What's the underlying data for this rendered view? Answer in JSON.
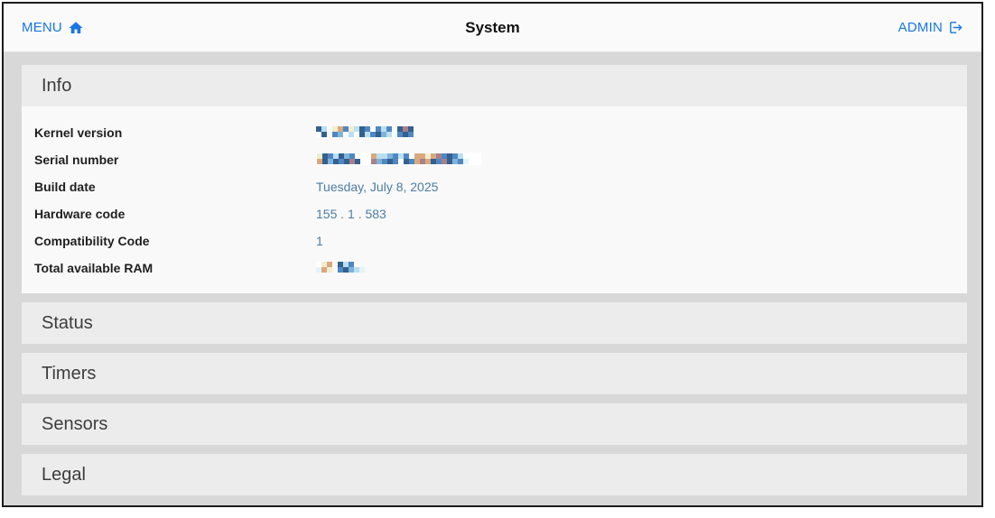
{
  "header": {
    "menu_label": "MENU",
    "title": "System",
    "admin_label": "ADMIN"
  },
  "colors": {
    "link_blue": "#1877e0",
    "value_blue": "#4d7da3",
    "page_background": "#d8d8d8",
    "section_header_background": "#ececec",
    "section_body_background": "#f9f9f9",
    "topbar_background": "#fafafa",
    "frame_border": "#1c1c1c"
  },
  "icons": {
    "menu_icon": "home-icon",
    "admin_icon": "logout-icon"
  },
  "sections": [
    {
      "id": "info",
      "label": "Info",
      "expanded": true
    },
    {
      "id": "status",
      "label": "Status",
      "expanded": false
    },
    {
      "id": "timers",
      "label": "Timers",
      "expanded": false
    },
    {
      "id": "sensors",
      "label": "Sensors",
      "expanded": false
    },
    {
      "id": "legal",
      "label": "Legal",
      "expanded": false
    }
  ],
  "info_rows": [
    {
      "label": "Kernel version",
      "value": "",
      "redacted": true,
      "mosaic": "kernel"
    },
    {
      "label": "Serial number",
      "value": "",
      "redacted": true,
      "mosaic": "serial"
    },
    {
      "label": "Build date",
      "value": "Tuesday, July 8, 2025",
      "redacted": false
    },
    {
      "label": "Hardware code",
      "value": "155 . 1 . 583",
      "redacted": false
    },
    {
      "label": "Compatibility Code",
      "value": "1",
      "redacted": false
    },
    {
      "label": "Total available RAM",
      "value": "",
      "redacted": true,
      "mosaic": "ram"
    }
  ],
  "mosaics": {
    "palette": {
      ".": "transparent",
      "w": "#ffffff",
      "d": "#34608e",
      "b": "#4f87c2",
      "s": "#7fb3d8",
      "l": "#b9dff0",
      "p": "#e4f4fa",
      "t": "#d8a97e",
      "m": "#a98089",
      "c": "#f2ecd0",
      "g": "#8fa3b5"
    },
    "kernel": {
      "cell": 6,
      "pattern": [
        "dl.ctbcldbwblb.dmd.",
        "wd.bswlwdlbdsl.bdb."
      ]
    },
    "serial": {
      "cell": 6,
      "pattern": [
        "cdbldsbw..tllsblbwttctmbdbl.",
        "tdsdbdmdw.msbdbwdbtmtdbmdsbp"
      ]
    },
    "ram": {
      "cell": 6,
      "pattern": [
        "wct.dlbw.",
        "ptc.bdslp"
      ]
    }
  }
}
